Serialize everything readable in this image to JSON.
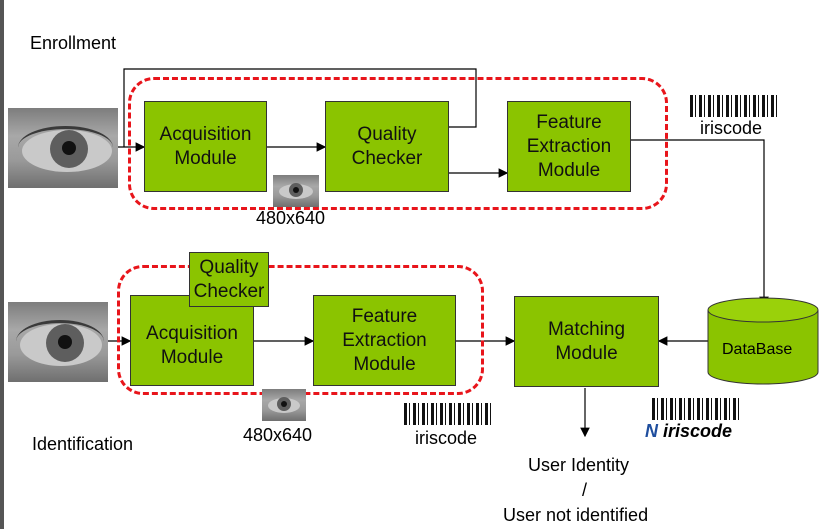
{
  "labels": {
    "enrollment": "Enrollment",
    "identification": "Identification",
    "size_top": "480x640",
    "size_bottom": "480x640",
    "iriscode_top": "iriscode",
    "iriscode_bottom": "iriscode",
    "n_prefix": "N",
    "n_iriscode": "iriscode",
    "user_identity": "User Identity",
    "slash": "/",
    "user_not_identified": "User not identified"
  },
  "enrollment": {
    "acquisition": [
      "Acquisition",
      "Module"
    ],
    "quality": [
      "Quality",
      "Checker"
    ],
    "feature": [
      "Feature",
      "Extraction",
      "Module"
    ]
  },
  "identification": {
    "quality": [
      "Quality",
      "Checker"
    ],
    "acquisition": [
      "Acquisition",
      "Module"
    ],
    "feature": [
      "Feature",
      "Extraction",
      "Module"
    ],
    "matching": [
      "Matching",
      "Module"
    ]
  },
  "database": "DataBase",
  "colors": {
    "module_fill": "#8bc400",
    "dashed_outline": "#e8151b",
    "n_highlight": "#1f4e9e"
  }
}
